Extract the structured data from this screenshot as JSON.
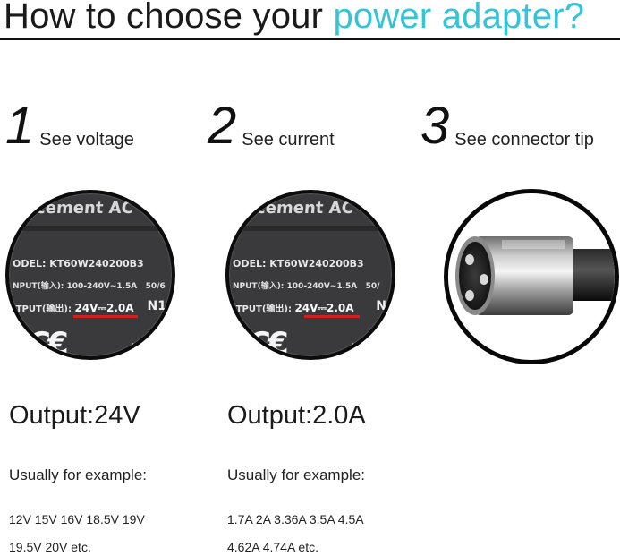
{
  "header": {
    "title_prefix": "How to choose your ",
    "title_accent": "power adapter?",
    "accent_color": "#36c3d6"
  },
  "steps": [
    {
      "number": "1",
      "label": "See voltage"
    },
    {
      "number": "2",
      "label": "See current"
    },
    {
      "number": "3",
      "label": "See connector tip"
    }
  ],
  "label_photo": {
    "header": "acement AC",
    "model": "ODEL:  KT60W240200B3",
    "input": "NPUT(输入): 100-240V~1.5A",
    "input_tail": "50/6",
    "output_prefix": "ITPUT(输出): ",
    "output_value": "24V⎓2.0A",
    "output_tail": "N1",
    "mark_color": "#d21f1f"
  },
  "label_photo_2": {
    "header": "acement AC",
    "model": "ODEL:  KT60W240200B3",
    "input": "NPUT(输入): 100-240V~1.5A",
    "input_tail": "50/",
    "output_prefix": "ITPUT(输出): ",
    "output_value": "24V⎓2.0A",
    "output_tail": "N",
    "mark_color": "#d21f1f"
  },
  "columns": [
    {
      "output": "Output:24V",
      "usually": "Usually for example:",
      "examples_line1": "12V 15V 16V 18.5V 19V",
      "examples_line2": "19.5V 20V etc."
    },
    {
      "output": "Output:2.0A",
      "usually": "Usually for example:",
      "examples_line1": "1.7A 2A 3.36A 3.5A 4.5A",
      "examples_line2": "4.62A 4.74A etc."
    }
  ]
}
